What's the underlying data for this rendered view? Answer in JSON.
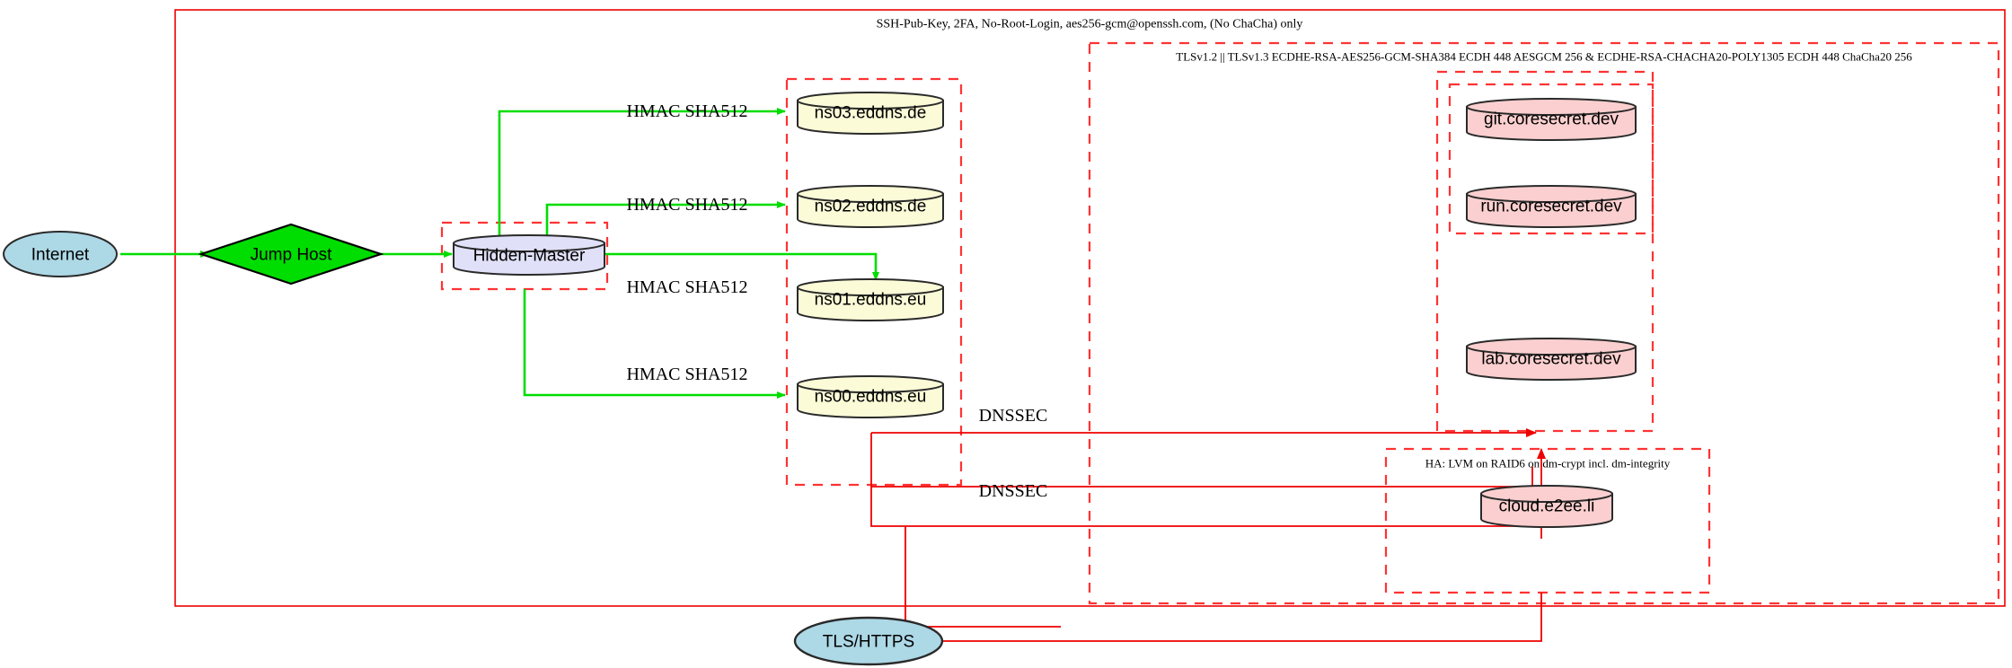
{
  "diagram": {
    "title_outer": "SSH-Pub-Key, 2FA, No-Root-Login, aes256-gcm@openssh.com, (No ChaCha) only",
    "clusters": {
      "outer_ssh": {
        "label": "SSH-Pub-Key, 2FA, No-Root-Login, aes256-gcm@openssh.com, (No ChaCha) only"
      },
      "tls": {
        "label": "TLSv1.2 || TLSv1.3 ECDHE-RSA-AES256-GCM-SHA384 ECDH 448 AESGCM 256 & ECDHE-RSA-CHACHA20-POLY1305 ECDH 448 ChaCha20 256"
      },
      "ha": {
        "label": "HA: LVM on RAID6 on dm-crypt incl. dm-integrity"
      },
      "hidden_master": {
        "label": ""
      },
      "dns": {
        "label": ""
      },
      "coresecret_outer": {
        "label": ""
      },
      "coresecret_inner": {
        "label": ""
      }
    },
    "nodes": {
      "internet": {
        "label": "Internet",
        "shape": "ellipse",
        "fill": "#add8e6"
      },
      "jump_host": {
        "label": "Jump Host",
        "shape": "diamond",
        "fill": "#00dd00"
      },
      "hidden_master": {
        "label": "Hidden-Master",
        "shape": "cylinder",
        "fill": "#e0e0f8"
      },
      "ns03": {
        "label": "ns03.eddns.de",
        "shape": "cylinder",
        "fill": "#fbfbd8"
      },
      "ns02": {
        "label": "ns02.eddns.de",
        "shape": "cylinder",
        "fill": "#fbfbd8"
      },
      "ns01": {
        "label": "ns01.eddns.eu",
        "shape": "cylinder",
        "fill": "#fbfbd8"
      },
      "ns00": {
        "label": "ns00.eddns.eu",
        "shape": "cylinder",
        "fill": "#fbfbd8"
      },
      "git": {
        "label": "git.coresecret.dev",
        "shape": "cylinder",
        "fill": "#fbcfcf"
      },
      "run": {
        "label": "run.coresecret.dev",
        "shape": "cylinder",
        "fill": "#fbcfcf"
      },
      "lab": {
        "label": "lab.coresecret.dev",
        "shape": "cylinder",
        "fill": "#fbcfcf"
      },
      "cloud": {
        "label": "cloud.e2ee.li",
        "shape": "cylinder",
        "fill": "#fbcfcf"
      },
      "tls_https": {
        "label": "TLS/HTTPS",
        "shape": "ellipse",
        "fill": "#add8e6"
      }
    },
    "edge_labels": {
      "hmac_ns03": "HMAC SHA512",
      "hmac_ns02": "HMAC SHA512",
      "hmac_ns01": "HMAC SHA512",
      "hmac_ns00": "HMAC SHA512",
      "dnssec_1": "DNSSEC",
      "dnssec_2": "DNSSEC"
    },
    "colors": {
      "green_edge": "#00dd00",
      "red_edge": "#ee0000",
      "cluster_border": "#ff3333",
      "node_stroke": "#2a2a2a"
    }
  }
}
